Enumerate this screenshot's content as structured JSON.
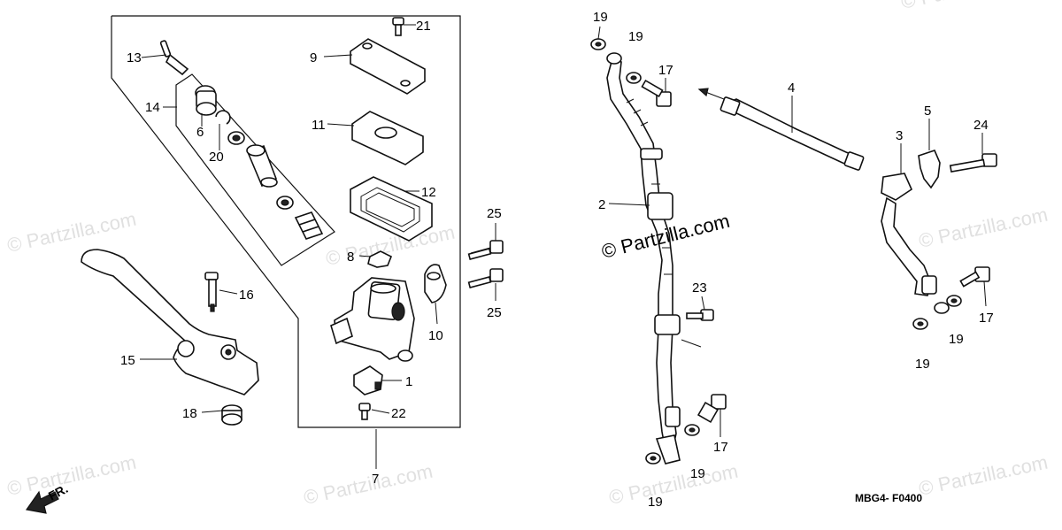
{
  "diagram": {
    "code": "MBG4- F0400",
    "direction_label": "FR.",
    "watermark_main": "© Partzilla.com",
    "watermark_faint": "© Partzilla.com"
  },
  "callouts": {
    "p1": "1",
    "p2": "2",
    "p3": "3",
    "p4": "4",
    "p5": "5",
    "p6": "6",
    "p7": "7",
    "p8": "8",
    "p9": "9",
    "p10": "10",
    "p11": "11",
    "p12": "12",
    "p13": "13",
    "p14": "14",
    "p15": "15",
    "p16": "16",
    "p17a": "17",
    "p17b": "17",
    "p17c": "17",
    "p18": "18",
    "p19a": "19",
    "p19b": "19",
    "p19c": "19",
    "p19d": "19",
    "p19e": "19",
    "p19f": "19",
    "p20": "20",
    "p21": "21",
    "p22": "22",
    "p23": "23",
    "p24": "24",
    "p25a": "25",
    "p25b": "25"
  }
}
